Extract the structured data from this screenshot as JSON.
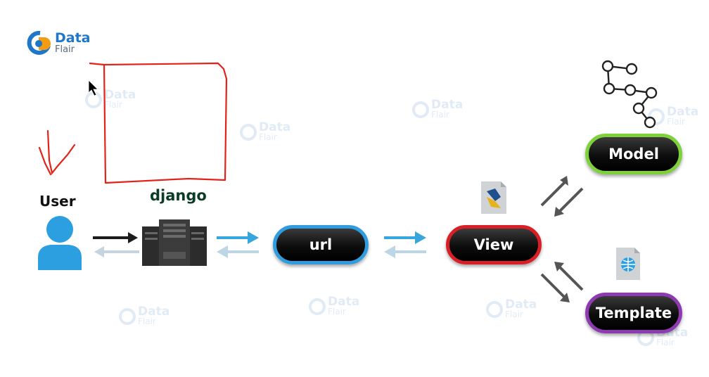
{
  "brand": {
    "name_line1": "Data",
    "name_line2": "Flair"
  },
  "watermark": {
    "line1": "Data",
    "line2": "Flair"
  },
  "diagram": {
    "user_label": "User",
    "django_label": "django",
    "url_label": "url",
    "view_label": "View",
    "model_label": "Model",
    "template_label": "Template"
  },
  "colors": {
    "url_border": "#2f9ce0",
    "view_border": "#d81f26",
    "model_border": "#7fd13b",
    "template_border": "#8e3ab0",
    "annotation": "#e2231a",
    "arrow_blue": "#36a6dc"
  },
  "icons": [
    "datflair-logo-icon",
    "user-icon",
    "server-icon",
    "view-file-icon",
    "template-file-icon",
    "model-graph-icon",
    "mouse-cursor-icon"
  ]
}
